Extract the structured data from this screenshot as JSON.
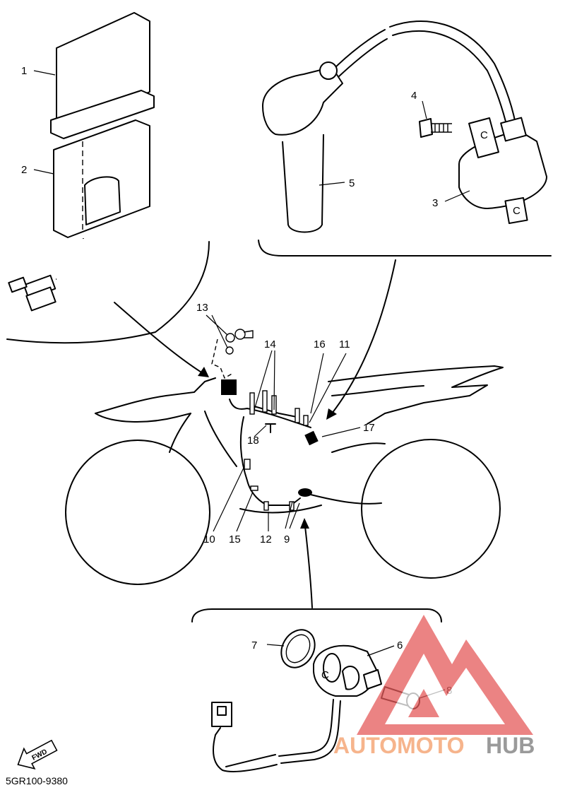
{
  "diagram_code": "5GR100-9380",
  "direction_label": "FWD",
  "watermark": {
    "text_a": "AUTOMOTO",
    "text_b": "HUB",
    "color_a": "#f6b48c",
    "color_b": "#9a9a9a",
    "logo_color": "#e55a5a"
  },
  "callouts": [
    "1",
    "2",
    "3",
    "4",
    "5",
    "6",
    "7",
    "8",
    "9",
    "10",
    "11",
    "12",
    "13",
    "14",
    "15",
    "16",
    "17",
    "18"
  ],
  "coil_marks": [
    "C",
    "C"
  ],
  "sensor_mark": "C"
}
